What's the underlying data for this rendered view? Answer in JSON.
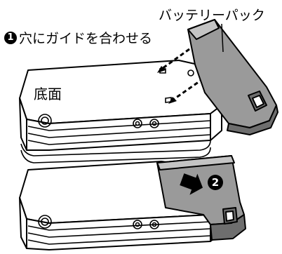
{
  "labels": {
    "battery_pack": "バッテリーパック",
    "step1_number": "1",
    "step1_text": "穴にガイドを合わせる",
    "bottom_side": "底面",
    "step2_number": "2"
  },
  "colors": {
    "line": "#000000",
    "battery_fill": "#9a9a9a",
    "battery_dark": "#6e6e6e",
    "camera_fill": "#ffffff",
    "badge": "#000000"
  }
}
